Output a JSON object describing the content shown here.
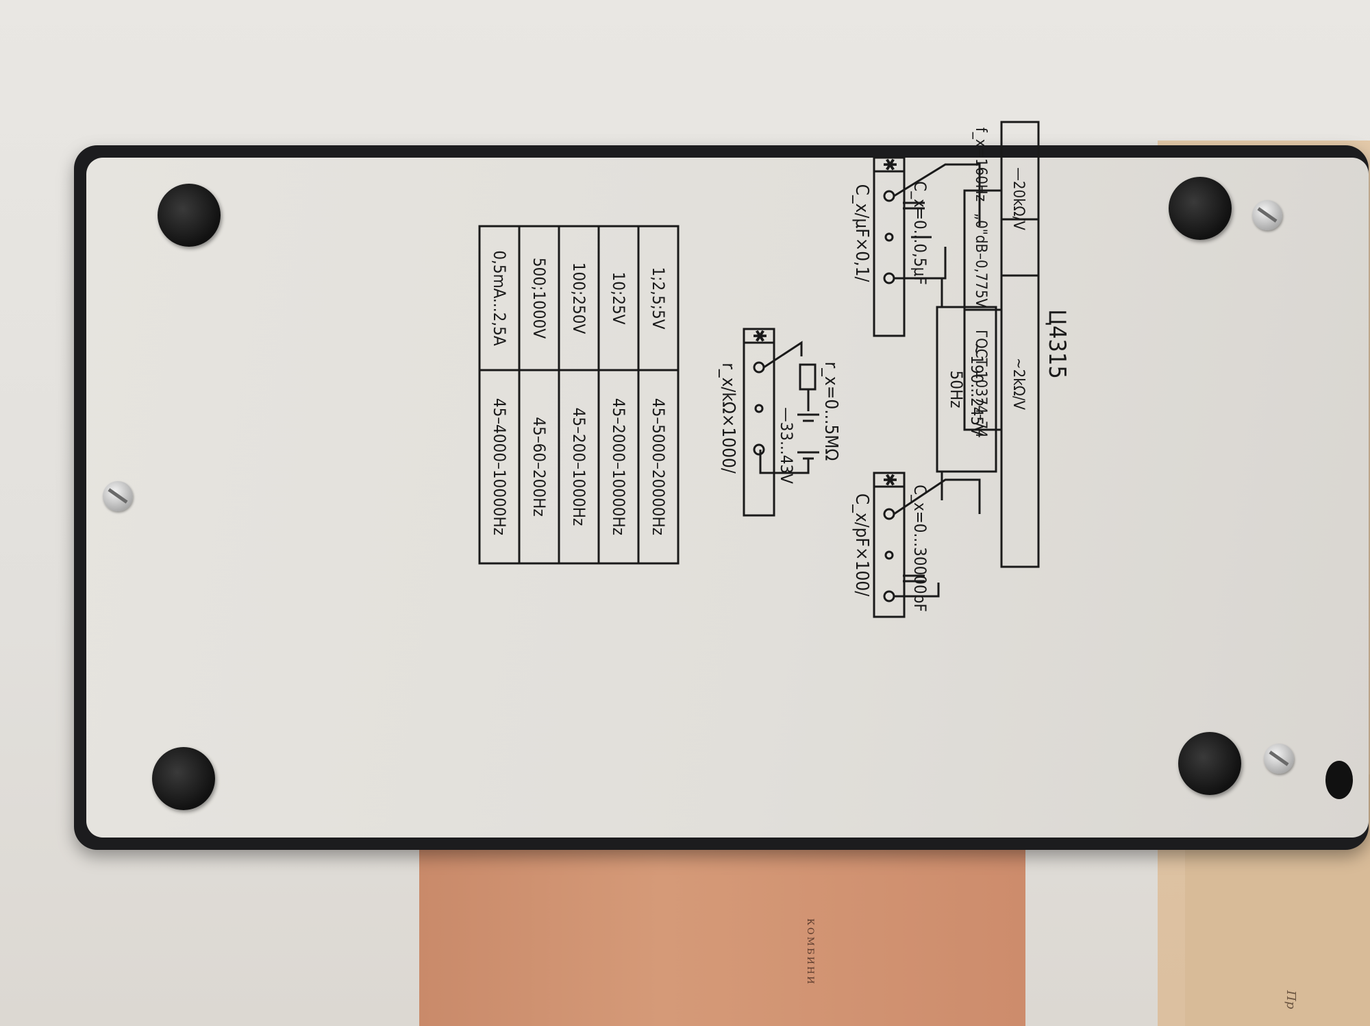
{
  "model": "Ц4315",
  "sensitivity": {
    "dc": "—20kΩ/V",
    "ac": "~2kΩ/V"
  },
  "frequency": "f_x=160Hz",
  "db_reference": "„0\"dB–0,775V",
  "standard": "ГОСТ 10374–74",
  "mains": {
    "voltage": "~190...245V",
    "frequency": "50Hz"
  },
  "capacitance_uf": {
    "range": "C_x=0...0,5μF",
    "scale": "C_x/μF×0,1/"
  },
  "capacitance_pf": {
    "range": "C_x=0...30000pF",
    "scale": "C_x/pF×100/"
  },
  "resistance": {
    "range": "r_x=0...5MΩ",
    "battery": "—33...43V",
    "scale": "r_x/kΩ×1000/"
  },
  "terminal_marker": "✱",
  "frequency_table": {
    "rows": [
      {
        "range": "1;2,5;5V",
        "freq": "45–5000–20000Hz"
      },
      {
        "range": "10;25V",
        "freq": "45–2000–10000Hz"
      },
      {
        "range": "100;250V",
        "freq": "45–200–1000Hz"
      },
      {
        "range": "500;1000V",
        "freq": "45–60–200Hz"
      },
      {
        "range": "0,5mA...2,5A",
        "freq": "45–4000–10000Hz"
      }
    ]
  },
  "background_paper_text": "КОМБИНИ",
  "colors": {
    "plate": "#e3e1dc",
    "case": "#1c1c1e",
    "ink": "#1a1a1a",
    "paper_orange": "#d29574",
    "paper_tan": "#e0c4a4"
  }
}
